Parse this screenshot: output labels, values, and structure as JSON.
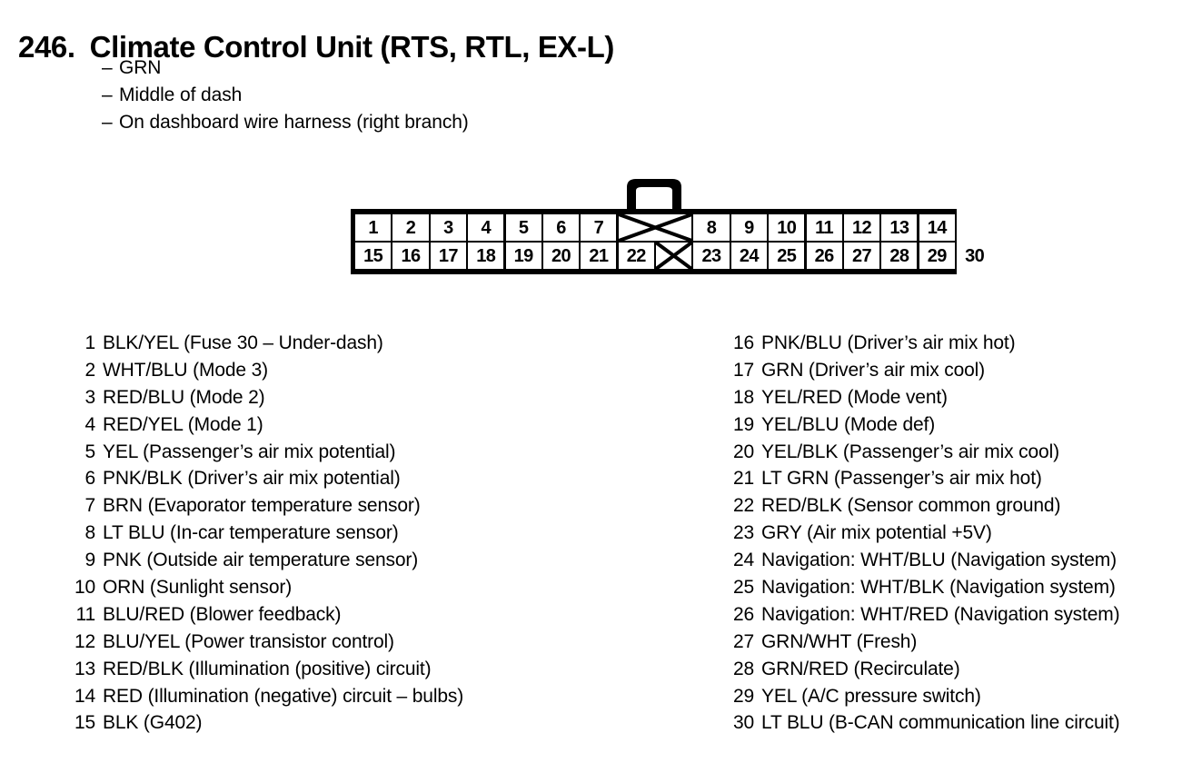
{
  "title": {
    "number": "246.",
    "text": "Climate Control Unit (RTS, RTL, EX-L)"
  },
  "subtitle": [
    "GRN",
    "Middle of dash",
    "On dashboard wire harness (right branch)"
  ],
  "connector": {
    "top_row": [
      "1",
      "2",
      "3",
      "4",
      "5",
      "6",
      "7",
      "X",
      "8",
      "9",
      "10",
      "11",
      "12",
      "13",
      "14"
    ],
    "bottom_row": [
      "15",
      "16",
      "17",
      "18",
      "19",
      "20",
      "21",
      "22",
      "X",
      "23",
      "24",
      "25",
      "26",
      "27",
      "28",
      "29",
      "30"
    ],
    "latch": "latch-tab"
  },
  "pins_left": [
    {
      "num": "1",
      "desc": "BLK/YEL (Fuse 30 – Under-dash)"
    },
    {
      "num": "2",
      "desc": "WHT/BLU (Mode 3)"
    },
    {
      "num": "3",
      "desc": "RED/BLU (Mode 2)"
    },
    {
      "num": "4",
      "desc": "RED/YEL (Mode 1)"
    },
    {
      "num": "5",
      "desc": "YEL (Passenger’s air mix potential)"
    },
    {
      "num": "6",
      "desc": "PNK/BLK (Driver’s air mix potential)"
    },
    {
      "num": "7",
      "desc": "BRN (Evaporator temperature sensor)"
    },
    {
      "num": "8",
      "desc": "LT BLU (In-car temperature sensor)"
    },
    {
      "num": "9",
      "desc": "PNK (Outside air temperature sensor)"
    },
    {
      "num": "10",
      "desc": "ORN (Sunlight sensor)"
    },
    {
      "num": "11",
      "desc": "BLU/RED (Blower feedback)"
    },
    {
      "num": "12",
      "desc": "BLU/YEL (Power transistor control)"
    },
    {
      "num": "13",
      "desc": "RED/BLK (Illumination (positive) circuit)"
    },
    {
      "num": "14",
      "desc": "RED (Illumination (negative) circuit – bulbs)"
    },
    {
      "num": "15",
      "desc": "BLK (G402)"
    }
  ],
  "pins_right": [
    {
      "num": "16",
      "desc": "PNK/BLU (Driver’s air mix hot)"
    },
    {
      "num": "17",
      "desc": "GRN (Driver’s air mix cool)"
    },
    {
      "num": "18",
      "desc": "YEL/RED (Mode vent)"
    },
    {
      "num": "19",
      "desc": "YEL/BLU (Mode def)"
    },
    {
      "num": "20",
      "desc": "YEL/BLK (Passenger’s air mix cool)"
    },
    {
      "num": "21",
      "desc": "LT GRN (Passenger’s air mix hot)"
    },
    {
      "num": "22",
      "desc": "RED/BLK (Sensor common ground)"
    },
    {
      "num": "23",
      "desc": "GRY (Air mix potential +5V)"
    },
    {
      "num": "24",
      "desc": "Navigation: WHT/BLU (Navigation system)"
    },
    {
      "num": "25",
      "desc": "Navigation: WHT/BLK (Navigation system)"
    },
    {
      "num": "26",
      "desc": "Navigation: WHT/RED (Navigation system)"
    },
    {
      "num": "27",
      "desc": "GRN/WHT (Fresh)"
    },
    {
      "num": "28",
      "desc": "GRN/RED (Recirculate)"
    },
    {
      "num": "29",
      "desc": "YEL (A/C pressure switch)"
    },
    {
      "num": "30",
      "desc": "LT BLU (B-CAN communication line circuit)"
    }
  ],
  "colors": {
    "ink": "#000000",
    "paper": "#ffffff"
  }
}
